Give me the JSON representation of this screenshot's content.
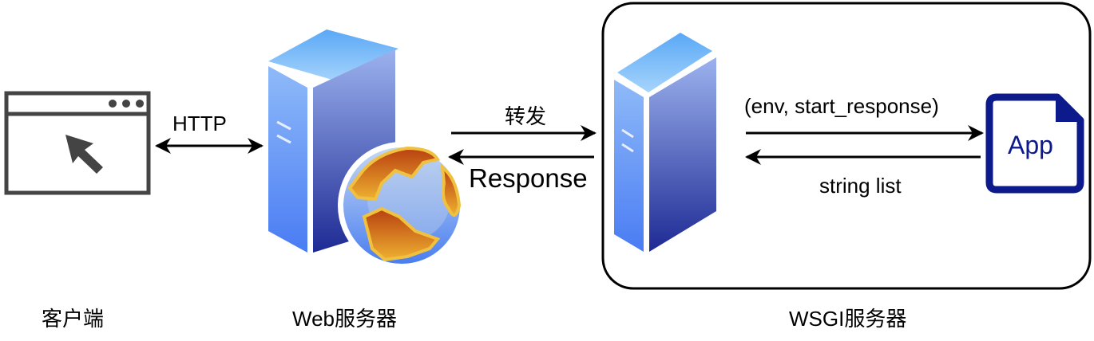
{
  "diagram": {
    "nodes": {
      "client": {
        "label": "客户端",
        "icon": "browser-window-icon"
      },
      "web_server": {
        "label": "Web服务器",
        "icon": "web-server-globe-icon"
      },
      "wsgi_server": {
        "label": "WSGI服务器",
        "icon": "server-icon"
      },
      "app": {
        "label": "App",
        "icon": "document-icon"
      }
    },
    "edges": {
      "http": {
        "label": "HTTP",
        "from": "client",
        "to": "web_server",
        "direction": "bidirectional"
      },
      "forward": {
        "label": "转发",
        "from": "web_server",
        "to": "wsgi_server"
      },
      "response": {
        "label": "Response",
        "from": "wsgi_server",
        "to": "web_server"
      },
      "call": {
        "label": "(env, start_response)",
        "from": "wsgi_server",
        "to": "app"
      },
      "return": {
        "label": "string list",
        "from": "app",
        "to": "wsgi_server"
      }
    },
    "colors": {
      "app_border": "#0c1a8c",
      "server_light": "#6ab4f8",
      "server_dark": "#1e2a94",
      "globe_land": "#e8a030",
      "globe_ocean": "#7aa4e0",
      "browser_stroke": "#444444"
    }
  }
}
